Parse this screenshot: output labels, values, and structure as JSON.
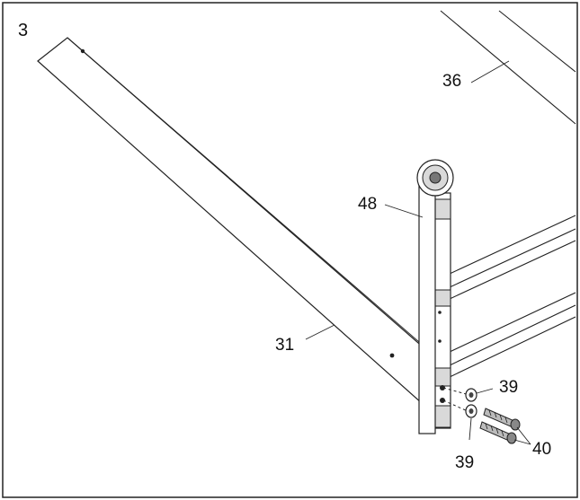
{
  "diagram": {
    "step_number": "3",
    "callouts": {
      "rail_top": "36",
      "bracket": "48",
      "frame_leg": "31",
      "washer_upper": "39",
      "washer_lower": "39",
      "bolts": "40"
    }
  }
}
